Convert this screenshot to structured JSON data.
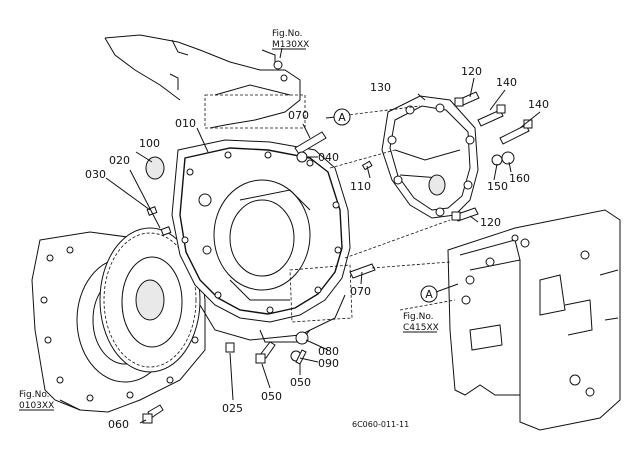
{
  "figure_refs": [
    {
      "line1": "Fig.No.",
      "line2": "M130XX"
    },
    {
      "line1": "Fig.No.",
      "line2": "C415XX"
    },
    {
      "line1": "Fig.No.",
      "line2": "0103XX"
    }
  ],
  "callout_marker": "A",
  "part_labels": {
    "p010": "010",
    "p020": "020",
    "p025": "025",
    "p030": "030",
    "p040": "040",
    "p050a": "050",
    "p050b": "050",
    "p060": "060",
    "p070a": "070",
    "p070b": "070",
    "p080": "080",
    "p090": "090",
    "p100": "100",
    "p110": "110",
    "p120a": "120",
    "p120b": "120",
    "p130": "130",
    "p140a": "140",
    "p140b": "140",
    "p150": "150",
    "p160": "160"
  },
  "drawing_code": "6C060-011-11"
}
